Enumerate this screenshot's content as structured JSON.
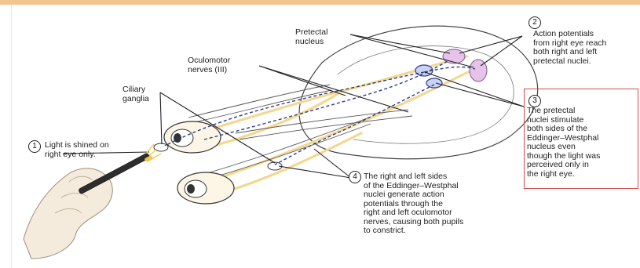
{
  "labels": {
    "pretectal_nucleus": "Pretectal\nnucleus",
    "oculomotor_nerves": "Oculomotor\nnerves (III)",
    "ciliary_ganglia": "Ciliary\nganglia"
  },
  "steps": [
    {
      "number": "1",
      "text": "Light is shined on\nright eye only."
    },
    {
      "number": "2",
      "text": "Action potentials\nfrom right eye reach\nboth right and left\npretectal nuclei."
    },
    {
      "number": "3",
      "text": "The pretectal\nnuclei stimulate\nboth sides of the\nEddinger–Westphal\nnucleus even\nthough the light was\nperceived only in\nthe right eye."
    },
    {
      "number": "4",
      "text": "The right and left sides\nof the Eddinger–Westphal\nnuclei generate action\npotentials through the\nright and left oculomotor\nnerves, causing both pupils\nto constrict."
    }
  ],
  "colors": {
    "frame": "#f2c48e",
    "nerve": "#f4d890",
    "nucleus": "#e8c3e9",
    "pathway": "#2c3b8c",
    "outline": "#333333",
    "highlight_box": "#d24a4a",
    "glove": "#f5ebdc"
  }
}
